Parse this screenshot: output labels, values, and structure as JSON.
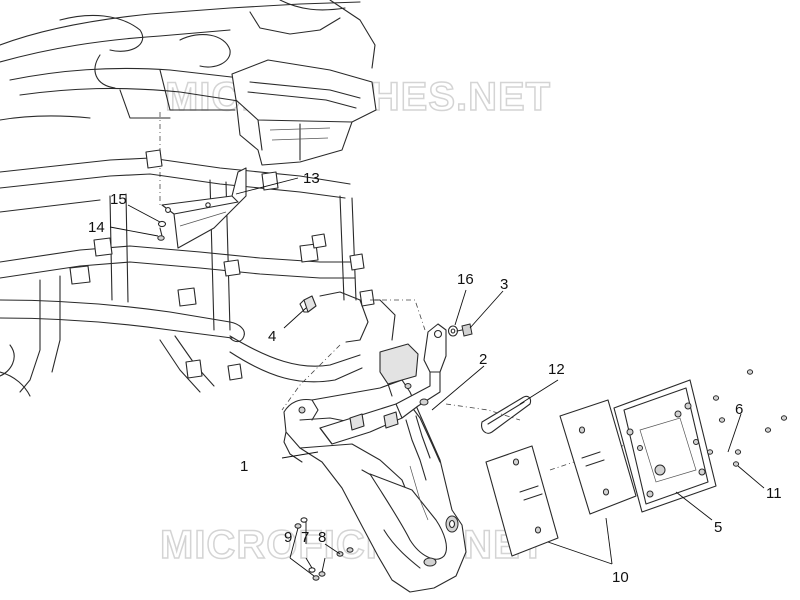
{
  "watermark": {
    "text": "MICROFICHES.NET"
  },
  "callouts": [
    {
      "id": "1",
      "label": "1"
    },
    {
      "id": "2",
      "label": "2"
    },
    {
      "id": "3",
      "label": "3"
    },
    {
      "id": "4",
      "label": "4"
    },
    {
      "id": "5",
      "label": "5"
    },
    {
      "id": "6",
      "label": "6"
    },
    {
      "id": "7",
      "label": "7"
    },
    {
      "id": "8",
      "label": "8"
    },
    {
      "id": "9",
      "label": "9"
    },
    {
      "id": "10",
      "label": "10"
    },
    {
      "id": "11",
      "label": "11"
    },
    {
      "id": "12",
      "label": "12"
    },
    {
      "id": "13",
      "label": "13"
    },
    {
      "id": "14",
      "label": "14"
    },
    {
      "id": "15",
      "label": "15"
    },
    {
      "id": "16",
      "label": "16"
    }
  ],
  "colors": {
    "line": "#2a2a2a",
    "watermark": "#d4d4d4",
    "background": "#ffffff"
  }
}
